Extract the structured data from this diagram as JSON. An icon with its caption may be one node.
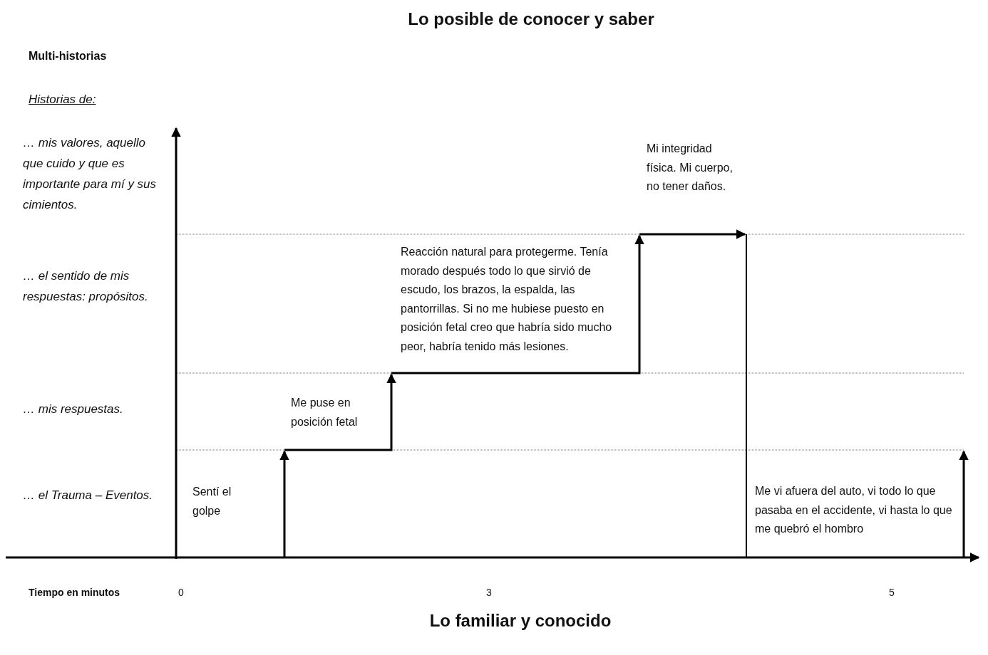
{
  "diagram": {
    "title": "Lo posible de conocer y saber",
    "caption": "Lo familiar y conocido",
    "labels": [
      "Multi-historias",
      "Historias de:",
      "… mis valores, aquello que cuido y que es importante para mí y sus cimientos.",
      "… el sentido de mis respuestas: propósitos.",
      "… mis respuestas.",
      "… el Trauma – Eventos.",
      "Sentí el golpe",
      "Me puse en posición fetal",
      "Reacción natural para protegerme. Tenía morado después todo lo que sirvió de escudo, los brazos, la espalda, las pantorrillas. Si no me hubiese puesto en posición fetal creo que habría sido mucho peor, habría tenido más lesiones.",
      "Mi integridad física. Mi cuerpo, no tener daños.",
      "Me vi afuera del auto, vi todo lo que pasaba en el accidente, vi hasta lo que me quebró el hombro",
      "Tiempo en minutos",
      "0",
      "3",
      "5"
    ]
  }
}
